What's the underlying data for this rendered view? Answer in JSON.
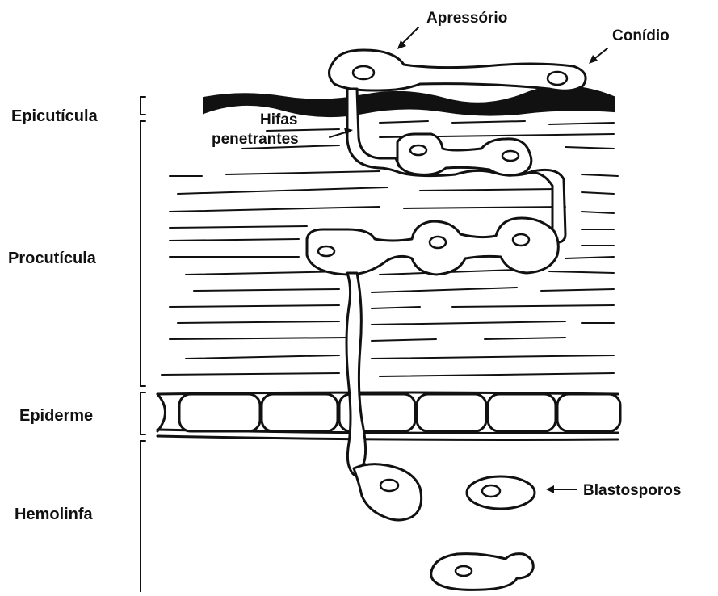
{
  "layers": {
    "epicuticle": "Epicutícula",
    "procuticle": "Procutícula",
    "epidermis": "Epiderme",
    "hemolymph": "Hemolinfa"
  },
  "callouts": {
    "appressorium": "Apressório",
    "conidium": "Conídio",
    "hyphae_line1": "Hifas",
    "hyphae_line2": "penetrantes",
    "blastospores": "Blastosporos"
  }
}
